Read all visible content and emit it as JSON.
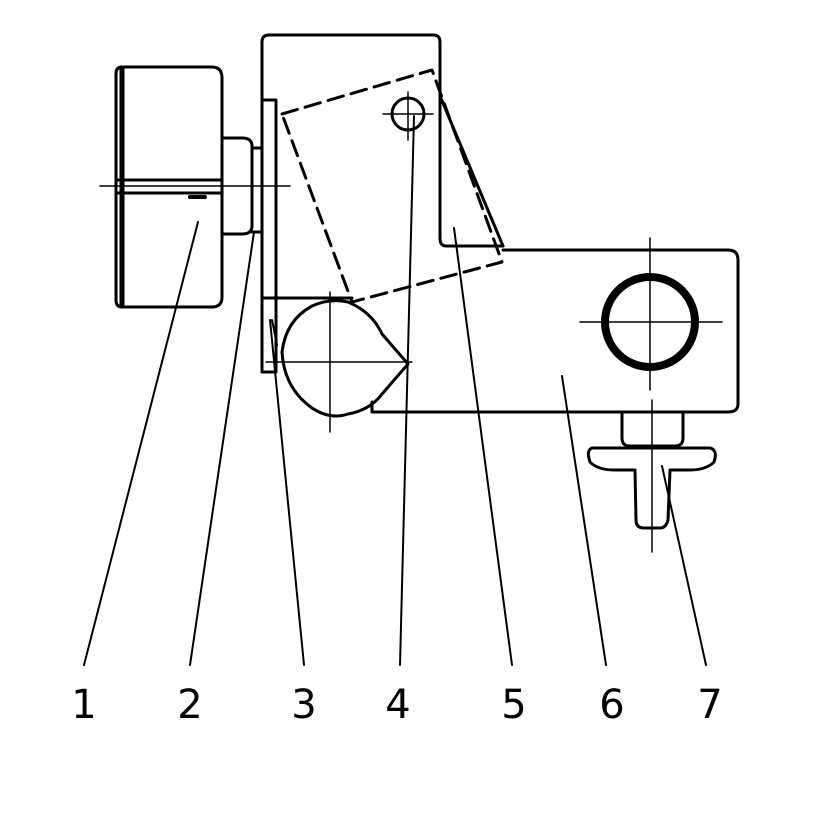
{
  "diagram": {
    "callouts": [
      {
        "id": "1",
        "label": "1"
      },
      {
        "id": "2",
        "label": "2"
      },
      {
        "id": "3",
        "label": "3"
      },
      {
        "id": "4",
        "label": "4"
      },
      {
        "id": "5",
        "label": "5"
      },
      {
        "id": "6",
        "label": "6"
      },
      {
        "id": "7",
        "label": "7"
      }
    ]
  },
  "colors": {
    "ink": "#000000",
    "background": "#ffffff"
  }
}
